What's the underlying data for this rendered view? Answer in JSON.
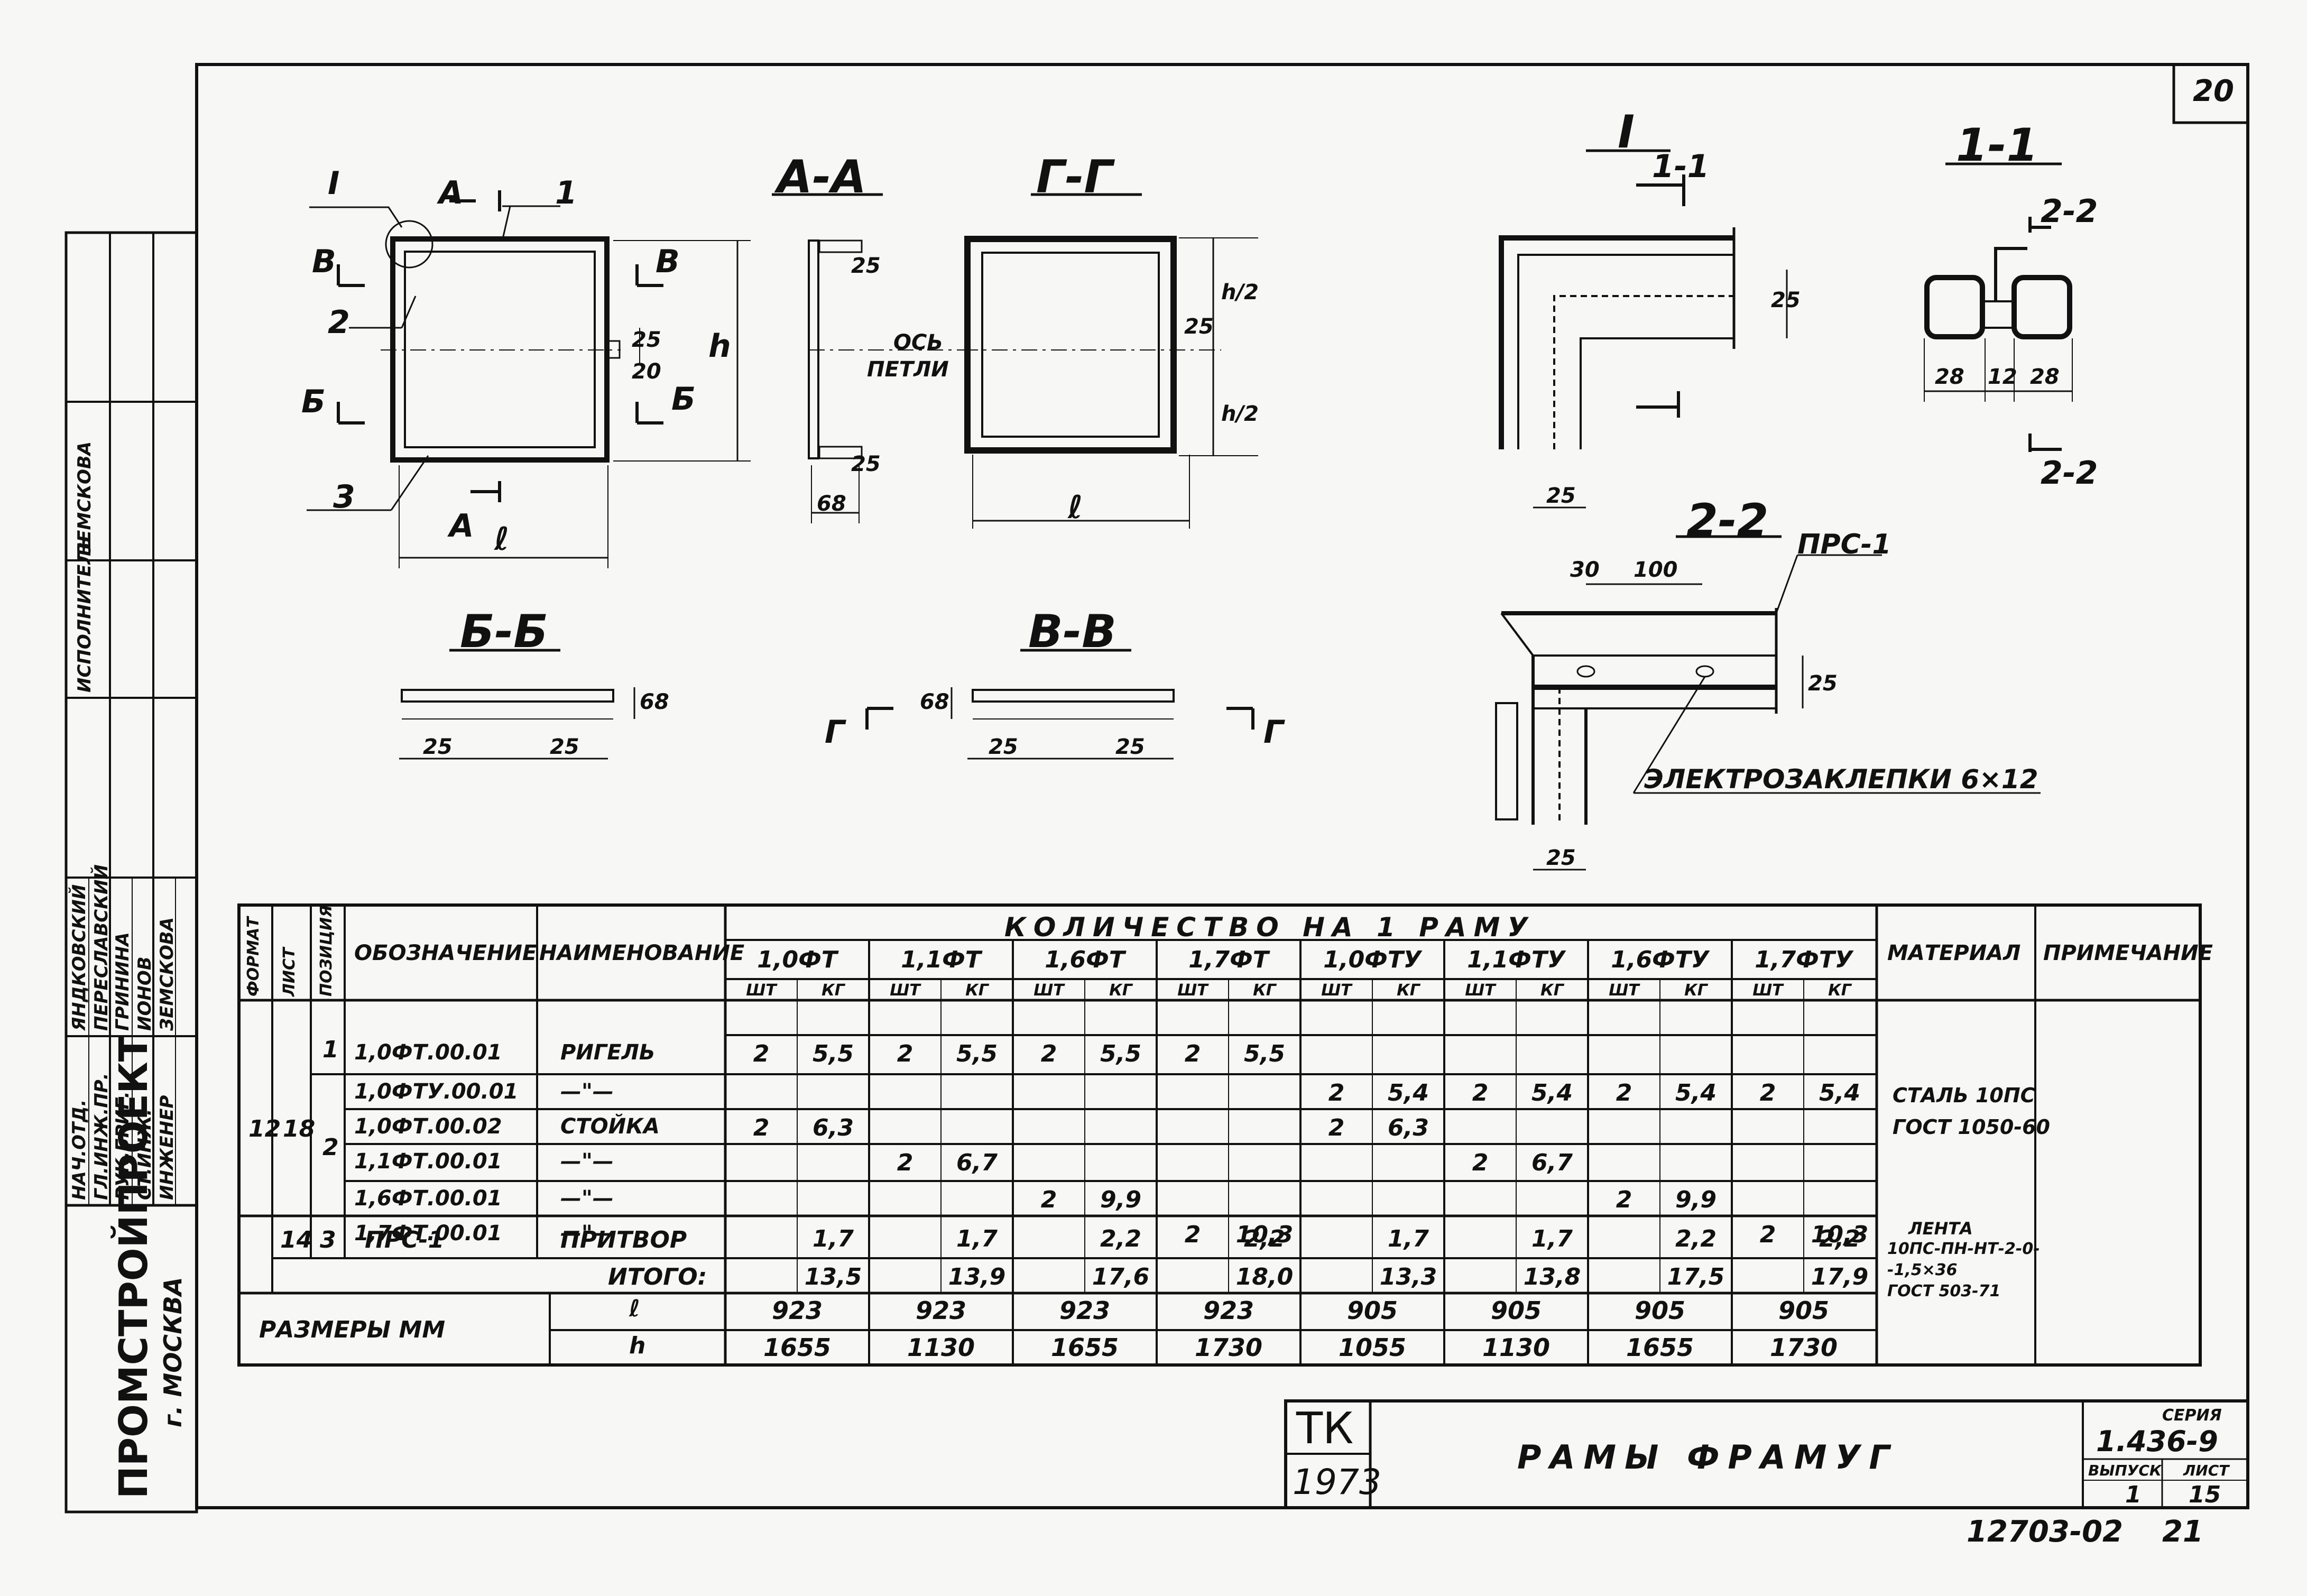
{
  "sheet": {
    "page_number": "20",
    "bottom_code": "12703-02",
    "bottom_page": "21",
    "org": "ПРОМСТРОЙПРОЕКТ",
    "city": "г. МОСКВА",
    "stamp_tk": "ТК",
    "stamp_year": "1973",
    "drawing_title": "РАМЫ ФРАМУГ",
    "series_label": "СЕРИЯ",
    "series_value": "1.436-9",
    "issue_label": "ВЫПУСК",
    "issue_value": "1",
    "sheet_label": "ЛИСТ",
    "sheet_value": "15"
  },
  "signatures": {
    "roles": [
      "НАЧ.ОТД.",
      "ГЛ.ИНЖ.ПР.",
      "РУК.БРИГ.",
      "СТ.ИНЖ.",
      "ИНЖЕНЕР"
    ],
    "names": [
      "ЯНДКОВСКИЙ",
      "ПЕРЕСЛАВСКИЙ",
      "ГРИНИНА",
      "ИОНОВ",
      "ЗЕМСКОВА"
    ],
    "executor_label": "ИСПОЛНИТЕЛЬ",
    "executor_name": "ЗЕМСКОВА"
  },
  "views": {
    "main_callout": "I",
    "main_pos1": "1",
    "main_pos2": "2",
    "main_pos3": "3",
    "cut_a": "А",
    "cut_b": "Б",
    "cut_v": "В",
    "dim_l": "ℓ",
    "dim_h": "h",
    "dim_25": "25",
    "dim_20": "20",
    "dim_68": "68",
    "aa_title": "А-А",
    "gg_title": "Г-Г",
    "axis_label_1": "ОСЬ",
    "axis_label_2": "ПЕТЛИ",
    "h_half": "h/2",
    "detail1_title": "I",
    "s11_title": "1-1",
    "dim_12": "12",
    "dim_28": "28",
    "s22_title": "2-2",
    "prs_label": "ПРС-1",
    "dim_30": "30",
    "dim_100": "100",
    "rivet_note": "ЭЛЕКТРОЗАКЛЕПКИ 6×12",
    "bb_title": "Б-Б",
    "vv_title": "В-В",
    "cut_g": "Г"
  },
  "table": {
    "group_header": "КОЛИЧЕСТВО НА 1 РАМУ",
    "col_format": "ФОРМАТ",
    "col_sheet": "ЛИСТ",
    "col_pos": "ПОЗИЦИЯ",
    "col_designation": "ОБОЗНАЧЕНИЕ",
    "col_name": "НАИМЕНОВАНИЕ",
    "col_material": "МАТЕРИАЛ",
    "col_note": "ПРИМЕЧАНИЕ",
    "variants": [
      "1,0ФТ",
      "1,1ФТ",
      "1,6ФТ",
      "1,7ФТ",
      "1,0ФТУ",
      "1,1ФТУ",
      "1,6ФТУ",
      "1,7ФТУ"
    ],
    "unit_pcs": "ШТ",
    "unit_kg": "КГ",
    "format_value": "12",
    "sheet_value": "18",
    "pos_1": "1",
    "pos_2": "2",
    "rows": [
      {
        "designation": "1,0ФТ.00.01",
        "name": "РИГЕЛЬ",
        "cells": [
          "2",
          "5,5",
          "2",
          "5,5",
          "2",
          "5,5",
          "2",
          "5,5",
          "",
          "",
          "",
          "",
          "",
          "",
          "",
          ""
        ]
      },
      {
        "designation": "1,0ФТУ.00.01",
        "name": "—\"—",
        "cells": [
          "",
          "",
          "",
          "",
          "",
          "",
          "",
          "",
          "2",
          "5,4",
          "2",
          "5,4",
          "2",
          "5,4",
          "2",
          "5,4"
        ]
      },
      {
        "designation": "1,0ФТ.00.02",
        "name": "СТОЙКА",
        "cells": [
          "2",
          "6,3",
          "",
          "",
          "",
          "",
          "",
          "",
          "2",
          "6,3",
          "",
          "",
          "",
          "",
          "",
          ""
        ]
      },
      {
        "designation": "1,1ФТ.00.01",
        "name": "—\"—",
        "cells": [
          "",
          "",
          "2",
          "6,7",
          "",
          "",
          "",
          "",
          "",
          "",
          "2",
          "6,7",
          "",
          "",
          "",
          ""
        ]
      },
      {
        "designation": "1,6ФТ.00.01",
        "name": "—\"—",
        "cells": [
          "",
          "",
          "",
          "",
          "2",
          "9,9",
          "",
          "",
          "",
          "",
          "",
          "",
          "2",
          "9,9",
          "",
          ""
        ]
      },
      {
        "designation": "1,7ФТ.00.01",
        "name": "—\"—",
        "cells": [
          "",
          "",
          "",
          "",
          "",
          "",
          "2",
          "10,3",
          "",
          "",
          "",
          "",
          "",
          "",
          "2",
          "10,3"
        ]
      }
    ],
    "prs_row": {
      "format": "14",
      "pos": "3",
      "designation": "ПРС-1",
      "name": "ПРИТВОР",
      "kg": [
        "1,7",
        "1,7",
        "2,2",
        "2,2",
        "1,7",
        "1,7",
        "2,2",
        "2,2"
      ]
    },
    "total_label": "ИТОГО:",
    "totals": [
      "13,5",
      "13,9",
      "17,6",
      "18,0",
      "13,3",
      "13,8",
      "17,5",
      "17,9"
    ],
    "material_steel_1": "СТАЛЬ 10ПС",
    "material_steel_2": "ГОСТ 1050-60",
    "material_tape_1": "ЛЕНТА",
    "material_tape_2": "10ПС-ПН-НТ-2-0-",
    "material_tape_3": "-1,5×36",
    "material_tape_4": "ГОСТ 503-71",
    "sizes_label": "РАЗМЕРЫ ММ",
    "l_label": "ℓ",
    "h_label": "h",
    "l_values": [
      "923",
      "923",
      "923",
      "923",
      "905",
      "905",
      "905",
      "905"
    ],
    "h_values": [
      "1655",
      "1130",
      "1655",
      "1730",
      "1055",
      "1130",
      "1655",
      "1730"
    ]
  }
}
